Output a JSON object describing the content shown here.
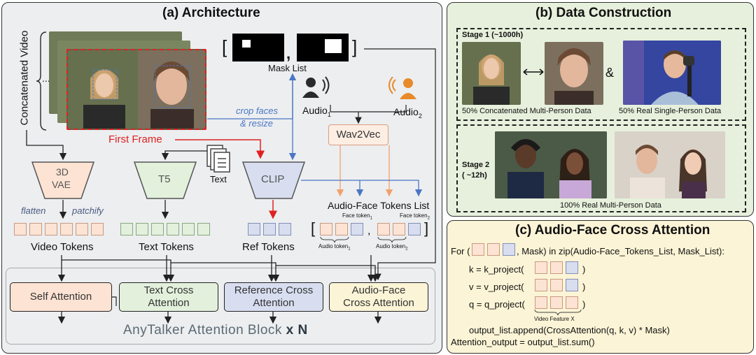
{
  "architecture": {
    "title": "(a) Architecture",
    "concat_video_label": "Concatenated Video",
    "ellipsis": "...",
    "mask_list_label": "Mask List",
    "mask_comma": ",",
    "bracket_open": "[",
    "bracket_close": "]",
    "audio1": "Audio",
    "audio1_sub": "1",
    "audio2": "Audio",
    "audio2_sub": "2",
    "crop_line1": "crop faces",
    "crop_line2": "& resize",
    "first_frame": "First Frame",
    "wav2vec": "Wav2Vec",
    "text_doc_label": "Text",
    "vae_line1": "3D",
    "vae_line2": "VAE",
    "t5": "T5",
    "clip": "CLIP",
    "flatten": "flatten",
    "patchify": "patchify",
    "audio_face_tokens_list": "Audio-Face Tokens List",
    "face_token1": "Face token",
    "face_token1_sub": "1",
    "face_token2": "Face token",
    "face_token2_sub": "2",
    "audio_token1": "Audio token",
    "audio_token1_sub": "1",
    "audio_token2": "Audio token",
    "audio_token2_sub": "2",
    "video_tokens": "Video Tokens",
    "text_tokens": "Text Tokens",
    "ref_tokens": "Ref Tokens",
    "self_attention": "Self Attention",
    "text_cross_1": "Text Cross",
    "text_cross_2": "Attention",
    "ref_cross_1": "Reference Cross",
    "ref_cross_2": "Attention",
    "af_cross_1": "Audio-Face",
    "af_cross_2": "Cross Attention",
    "block_label": "AnyTalker Attention Block",
    "block_suffix": "x N"
  },
  "data_construction": {
    "title": "(b) Data Construction",
    "stage1": "Stage 1 (~1000h)",
    "stage1_left": "50% Concatenated Multi-Person Data",
    "stage1_right": "50% Real Single-Person Data",
    "ampersand": "&",
    "stage2_line1": "Stage 2",
    "stage2_line2": "( ~12h)",
    "stage2_caption": "100% Real Multi-Person Data"
  },
  "cross_attention": {
    "title": "(c) Audio-Face Cross Attention",
    "for_prefix": "For (",
    "for_suffix": ", Mask) in zip(Audio-Face_Tokens_List, Mask_List):",
    "k_line": "k = k_project(",
    "v_line": "v = v_project(",
    "q_line": "q = q_project(",
    "close_paren": ")",
    "video_feature": "Video Feature X",
    "append_line": "output_list.append(CrossAttention(q, k, v) * Mask)",
    "output_line": "Attention_output = output_list.sum()"
  },
  "colors": {
    "panel_a_bg": "#eceef0",
    "panel_b_bg": "#e6f0dc",
    "panel_c_bg": "#fbf4d6",
    "peach": "#fde3d3",
    "green": "#e2f0dc",
    "blue": "#d8def0",
    "red_arrow": "#e02020",
    "blue_arrow": "#4a76c4",
    "orange_arrow": "#f2b48a"
  }
}
